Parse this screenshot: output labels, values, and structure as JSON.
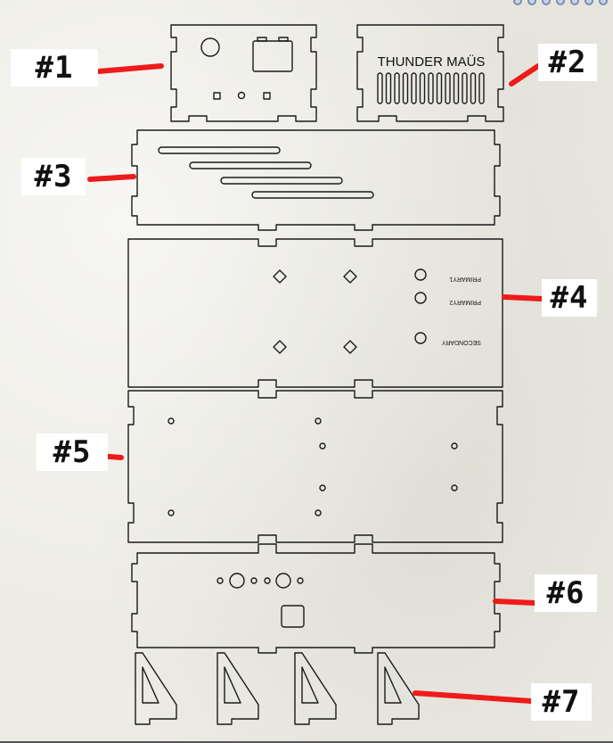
{
  "labels": {
    "part1": "#1",
    "part2": "#2",
    "part3": "#3",
    "part4": "#4",
    "part5": "#5",
    "part6": "#6",
    "part7": "#7"
  },
  "engraving": {
    "brand": "THUNDER MAÜS",
    "primary1": "PRIMARY1",
    "primary2": "PRIMARY2",
    "secondary": "SECONDARY"
  },
  "colors": {
    "arrow": "#ee1b1b",
    "cut_line": "#1a1a1a",
    "paper": "#ecebe4"
  },
  "toolbar": {
    "icons": [
      "zoom-in-icon",
      "zoom-out-icon",
      "pan-icon",
      "rotate-icon",
      "refresh-icon",
      "page-icon",
      "settings-icon"
    ]
  }
}
